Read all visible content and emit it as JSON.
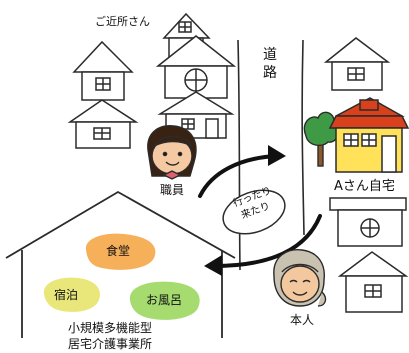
{
  "labels": {
    "neighbors": "ご近所さん",
    "road_1": "道",
    "road_2": "路",
    "staff": "職員",
    "a_house": "Aさん自宅",
    "going_back": [
      "行ったり",
      "来たり"
    ],
    "dining": "食堂",
    "lodging": "宿泊",
    "bath": "お風呂",
    "facility_line1": "小規模多機能型",
    "facility_line2": "居宅介護事業所",
    "person": "本人"
  },
  "colors": {
    "outline": "#2b2b2b",
    "dining_blob": "#f7b05a",
    "lodging_blob": "#e9e77a",
    "bath_blob": "#a6dc6f",
    "a_house_wall": "#ffe15a",
    "a_house_roof": "#d9401c",
    "tree_leaves": "#3f9a45",
    "tree_trunk": "#8a5a2b",
    "staff_hair": "#3a2213",
    "staff_face": "#f5c9a2",
    "staff_ribbon": "#e06070",
    "person_hair": "#c9c2b0",
    "person_face": "#f3c89e"
  },
  "icons": [
    "house-icon",
    "tree-icon",
    "staff-person-icon",
    "elderly-person-icon",
    "arrow-icon"
  ]
}
